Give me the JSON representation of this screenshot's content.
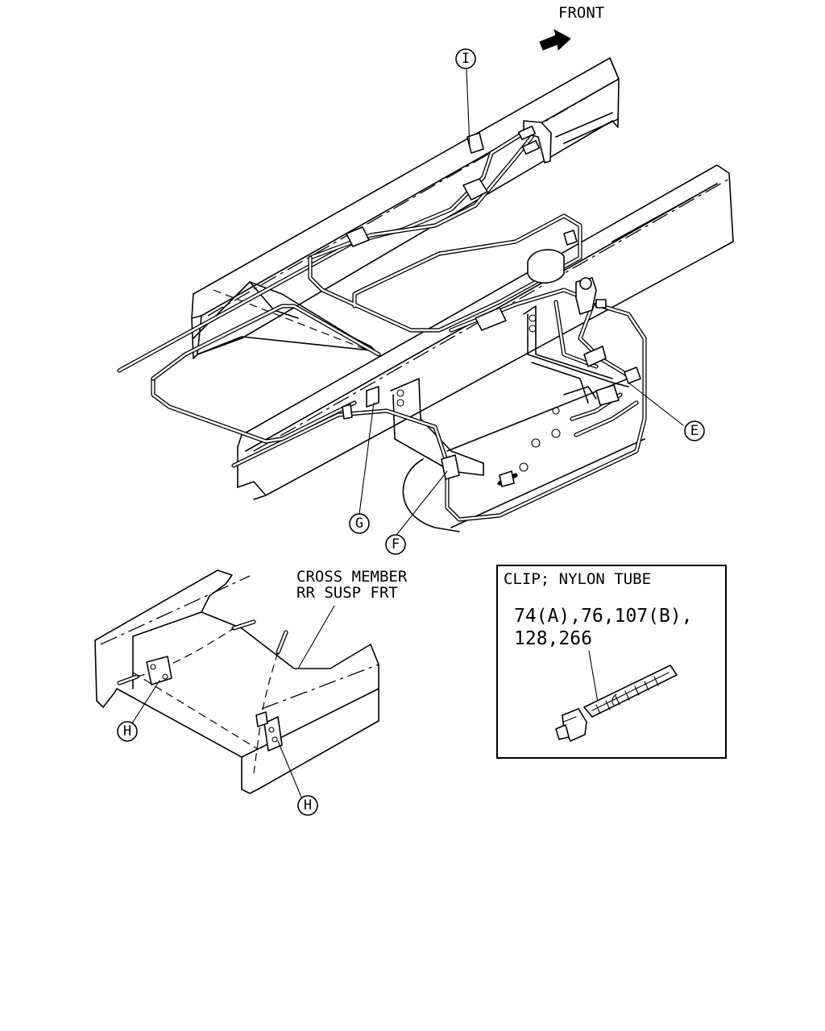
{
  "front_label": "FRONT",
  "callouts": {
    "i": "I",
    "e": "E",
    "g": "G",
    "f": "F",
    "h1": "H",
    "h2": "H"
  },
  "cross_member": {
    "line1": "CROSS MEMBER",
    "line2": "RR SUSP FRT"
  },
  "clip_box": {
    "title": "CLIP; NYLON TUBE",
    "line1": "74(A),76,107(B),",
    "line2": "128,266"
  }
}
